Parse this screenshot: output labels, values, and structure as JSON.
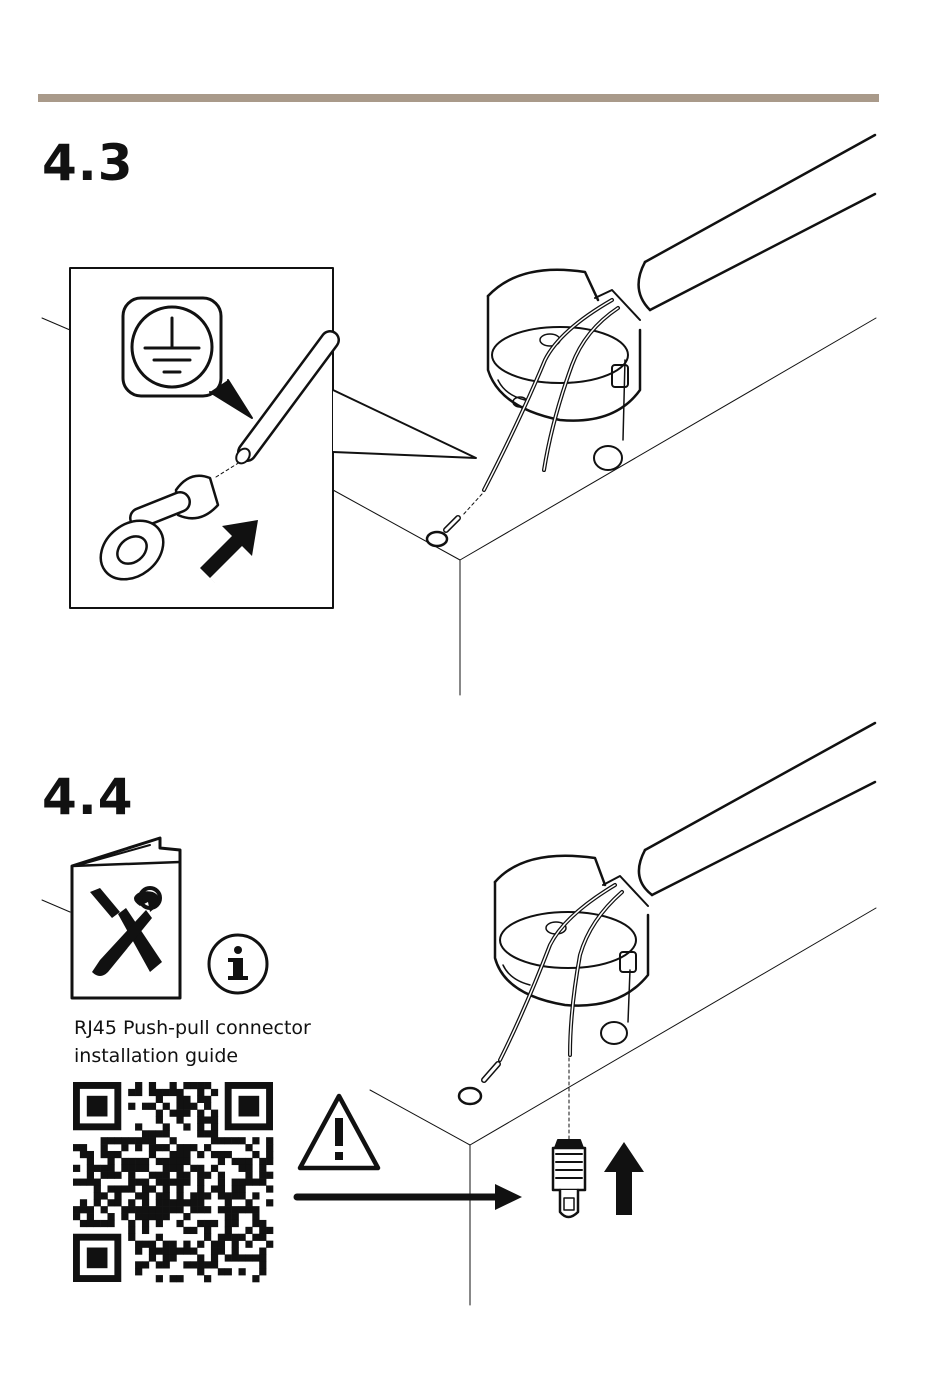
{
  "colors": {
    "accent_bar": "#a99a8a",
    "ink": "#111111"
  },
  "steps": [
    {
      "number": "4.3"
    },
    {
      "number": "4.4"
    }
  ],
  "guide": {
    "caption_line1": "RJ45 Push-pull connector",
    "caption_line2": "installation guide"
  },
  "icons": {
    "ground_symbol": "ground-icon",
    "manual": "manual-tools-icon",
    "info": "info-icon",
    "warning": "warning-icon",
    "qr": "qr-code"
  }
}
